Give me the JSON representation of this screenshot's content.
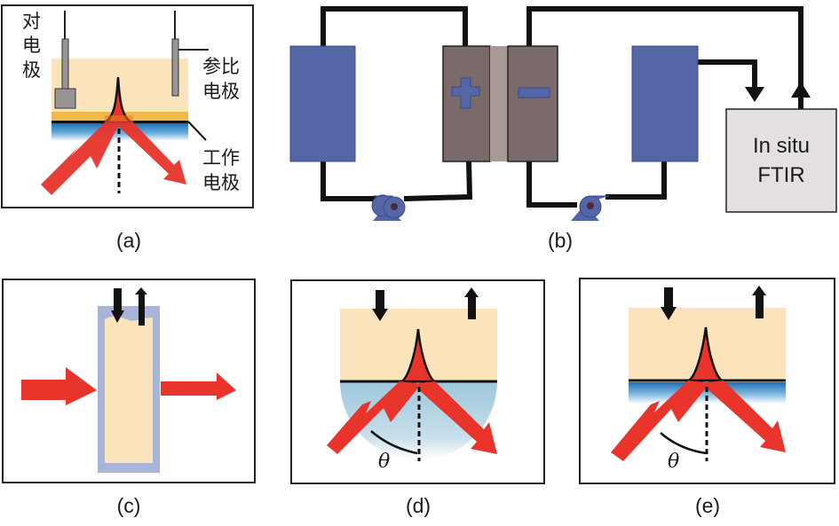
{
  "figure": {
    "panels": [
      {
        "id": "a",
        "label": "(a)",
        "description": "three-electrode ATR cell"
      },
      {
        "id": "b",
        "label": "(b)",
        "description": "flow battery with in situ FTIR"
      },
      {
        "id": "c",
        "label": "(c)",
        "description": "transmission cell"
      },
      {
        "id": "d",
        "label": "(d)",
        "description": "ATR with hemispherical crystal"
      },
      {
        "id": "e",
        "label": "(e)",
        "description": "ATR with thin-film electrode"
      }
    ],
    "panel_a": {
      "counter_electrode": [
        "对",
        "电",
        "极"
      ],
      "reference_electrode": [
        "参比",
        "电极"
      ],
      "working_electrode": [
        "工作",
        "电极"
      ]
    },
    "panel_b": {
      "positive_symbol": "+",
      "negative_symbol": "−",
      "ftir_label_line1": "In situ",
      "ftir_label_line2": "FTIR"
    },
    "panel_d": {
      "angle_symbol": "θ"
    },
    "panel_e": {
      "angle_symbol": "θ"
    },
    "colors": {
      "electrolyte": "#fbe3bb",
      "electrode_layer": "#f2b84b",
      "prism_blue": "#2f7fc1",
      "tank_blue": "#5566a6",
      "cell_grey": "#7a6b6a",
      "membrane_grey": "#a89896",
      "ir_beam": "#e8342a",
      "ftir_box": "#e3e0df",
      "cuvette_frame": "#a8b4d8"
    }
  }
}
